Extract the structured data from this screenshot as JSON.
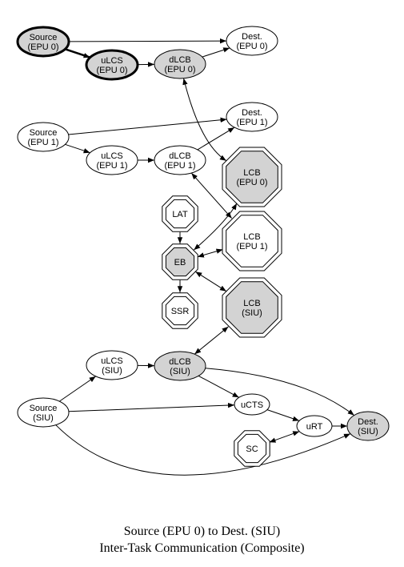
{
  "colors": {
    "fill_highlight": "#d3d3d3",
    "fill_plain": "#ffffff",
    "stroke": "#000000"
  },
  "caption": {
    "line1": "Source (EPU 0) to Dest. (SIU)",
    "line2": "Inter-Task Communication (Composite)"
  },
  "nodes": [
    {
      "id": "src_epu0",
      "lines": [
        "Source",
        "(EPU 0)"
      ],
      "shape": "ellipse",
      "fill": "highlight",
      "bold": true
    },
    {
      "id": "dest_epu0",
      "lines": [
        "Dest.",
        "(EPU 0)"
      ],
      "shape": "ellipse",
      "fill": "plain"
    },
    {
      "id": "ulcs_epu0",
      "lines": [
        "uLCS",
        "(EPU 0)"
      ],
      "shape": "ellipse",
      "fill": "highlight",
      "bold": true
    },
    {
      "id": "dlcb_epu0",
      "lines": [
        "dLCB",
        "(EPU 0)"
      ],
      "shape": "ellipse",
      "fill": "highlight"
    },
    {
      "id": "src_epu1",
      "lines": [
        "Source",
        "(EPU 1)"
      ],
      "shape": "ellipse",
      "fill": "plain"
    },
    {
      "id": "dest_epu1",
      "lines": [
        "Dest.",
        "(EPU 1)"
      ],
      "shape": "ellipse",
      "fill": "plain"
    },
    {
      "id": "ulcs_epu1",
      "lines": [
        "uLCS",
        "(EPU 1)"
      ],
      "shape": "ellipse",
      "fill": "plain"
    },
    {
      "id": "dlcb_epu1",
      "lines": [
        "dLCB",
        "(EPU 1)"
      ],
      "shape": "ellipse",
      "fill": "plain"
    },
    {
      "id": "lcb_epu0",
      "lines": [
        "LCB",
        "(EPU 0)"
      ],
      "shape": "octagon",
      "fill": "highlight"
    },
    {
      "id": "lat",
      "lines": [
        "LAT"
      ],
      "shape": "octagon",
      "fill": "plain"
    },
    {
      "id": "lcb_epu1",
      "lines": [
        "LCB",
        "(EPU 1)"
      ],
      "shape": "octagon",
      "fill": "plain"
    },
    {
      "id": "eb",
      "lines": [
        "EB"
      ],
      "shape": "octagon",
      "fill": "highlight"
    },
    {
      "id": "ssr",
      "lines": [
        "SSR"
      ],
      "shape": "octagon",
      "fill": "plain"
    },
    {
      "id": "lcb_siu",
      "lines": [
        "LCB",
        "(SIU)"
      ],
      "shape": "octagon",
      "fill": "highlight"
    },
    {
      "id": "ulcs_siu",
      "lines": [
        "uLCS",
        "(SIU)"
      ],
      "shape": "ellipse",
      "fill": "plain"
    },
    {
      "id": "dlcb_siu",
      "lines": [
        "dLCB",
        "(SIU)"
      ],
      "shape": "ellipse",
      "fill": "highlight"
    },
    {
      "id": "src_siu",
      "lines": [
        "Source",
        "(SIU)"
      ],
      "shape": "ellipse",
      "fill": "plain"
    },
    {
      "id": "ucts",
      "lines": [
        "uCTS"
      ],
      "shape": "ellipse",
      "fill": "plain"
    },
    {
      "id": "urt",
      "lines": [
        "uRT"
      ],
      "shape": "ellipse",
      "fill": "plain"
    },
    {
      "id": "dest_siu",
      "lines": [
        "Dest.",
        "(SIU)"
      ],
      "shape": "ellipse",
      "fill": "highlight"
    },
    {
      "id": "sc",
      "lines": [
        "SC"
      ],
      "shape": "octagon",
      "fill": "plain"
    }
  ],
  "edges": [
    {
      "from": "src_epu0",
      "to": "dest_epu0",
      "dir": "forward"
    },
    {
      "from": "src_epu0",
      "to": "ulcs_epu0",
      "dir": "forward",
      "bold": true
    },
    {
      "from": "ulcs_epu0",
      "to": "dlcb_epu0",
      "dir": "forward"
    },
    {
      "from": "dlcb_epu0",
      "to": "dest_epu0",
      "dir": "forward"
    },
    {
      "from": "dlcb_epu0",
      "to": "lcb_epu0",
      "dir": "both"
    },
    {
      "from": "src_epu1",
      "to": "dest_epu1",
      "dir": "forward"
    },
    {
      "from": "src_epu1",
      "to": "ulcs_epu1",
      "dir": "forward"
    },
    {
      "from": "ulcs_epu1",
      "to": "dlcb_epu1",
      "dir": "forward"
    },
    {
      "from": "dlcb_epu1",
      "to": "dest_epu1",
      "dir": "forward"
    },
    {
      "from": "dlcb_epu1",
      "to": "lcb_epu1",
      "dir": "both"
    },
    {
      "from": "lat",
      "to": "eb",
      "dir": "forward"
    },
    {
      "from": "eb",
      "to": "lcb_epu0",
      "dir": "both"
    },
    {
      "from": "eb",
      "to": "lcb_epu1",
      "dir": "both"
    },
    {
      "from": "eb",
      "to": "ssr",
      "dir": "forward"
    },
    {
      "from": "eb",
      "to": "lcb_siu",
      "dir": "both"
    },
    {
      "from": "dlcb_siu",
      "to": "lcb_siu",
      "dir": "both"
    },
    {
      "from": "ulcs_siu",
      "to": "dlcb_siu",
      "dir": "forward"
    },
    {
      "from": "src_siu",
      "to": "ulcs_siu",
      "dir": "forward"
    },
    {
      "from": "src_siu",
      "to": "ucts",
      "dir": "forward"
    },
    {
      "from": "src_siu",
      "to": "dest_siu",
      "dir": "forward"
    },
    {
      "from": "dlcb_siu",
      "to": "ucts",
      "dir": "forward"
    },
    {
      "from": "dlcb_siu",
      "to": "dest_siu",
      "dir": "forward"
    },
    {
      "from": "ucts",
      "to": "urt",
      "dir": "forward"
    },
    {
      "from": "urt",
      "to": "dest_siu",
      "dir": "forward"
    },
    {
      "from": "sc",
      "to": "urt",
      "dir": "both"
    }
  ]
}
